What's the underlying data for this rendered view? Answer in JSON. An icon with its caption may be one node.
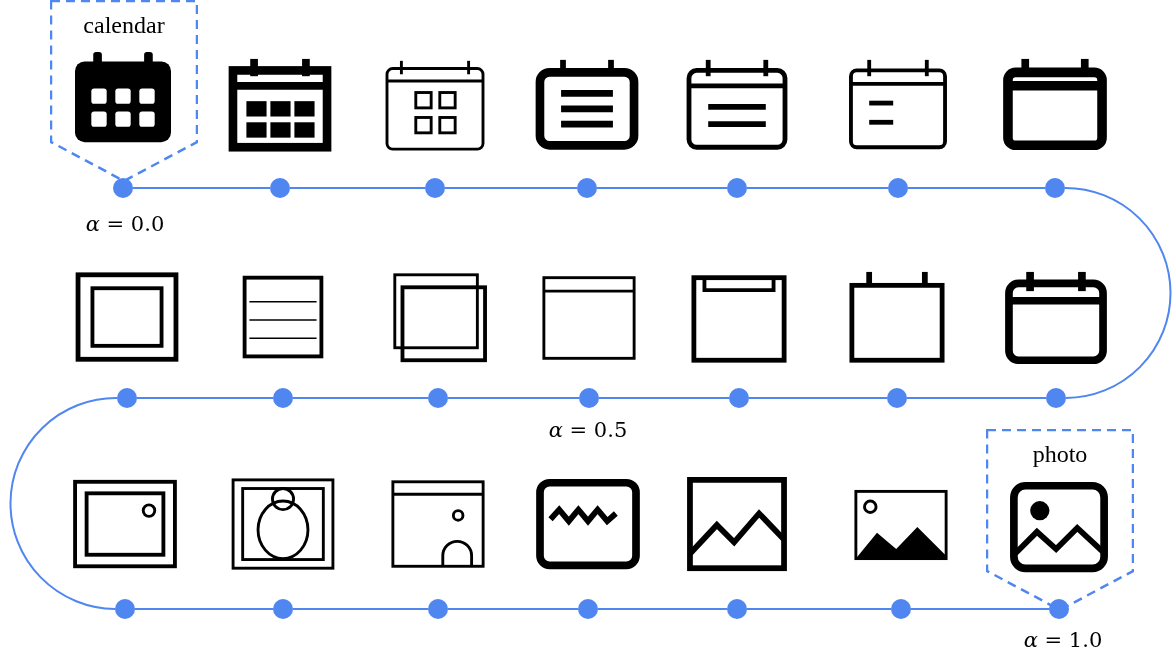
{
  "diagram": {
    "nodes": [
      {
        "text": [
          "calendar"
        ]
      },
      {
        "text": [
          "photo"
        ]
      },
      {
        "text": [],
        "shape": "circle"
      },
      {
        "text": [],
        "shape": "circle"
      },
      {
        "text": [],
        "shape": "circle"
      },
      {
        "text": [],
        "shape": "circle"
      },
      {
        "text": [],
        "shape": "circle"
      },
      {
        "text": [],
        "shape": "circle"
      },
      {
        "text": [],
        "shape": "circle"
      },
      {
        "text": [],
        "shape": "circle"
      },
      {
        "text": [],
        "shape": "circle"
      },
      {
        "text": [],
        "shape": "circle"
      },
      {
        "text": [],
        "shape": "circle"
      },
      {
        "text": [],
        "shape": "circle"
      },
      {
        "text": [],
        "shape": "circle"
      },
      {
        "text": [],
        "shape": "circle"
      },
      {
        "text": [],
        "shape": "circle"
      },
      {
        "text": [],
        "shape": "circle"
      },
      {
        "text": [],
        "shape": "circle"
      },
      {
        "text": [],
        "shape": "circle"
      },
      {
        "text": [],
        "shape": "circle"
      },
      {
        "text": [],
        "shape": "circle"
      },
      {
        "text": [],
        "shape": "circle"
      }
    ],
    "edges": [
      {
        "from": 2,
        "to": 3,
        "arrow": "none"
      },
      {
        "from": 3,
        "to": 4,
        "arrow": "none"
      },
      {
        "from": 4,
        "to": 5,
        "arrow": "none"
      },
      {
        "from": 5,
        "to": 6,
        "arrow": "none"
      },
      {
        "from": 6,
        "to": 7,
        "arrow": "none"
      },
      {
        "from": 7,
        "to": 8,
        "arrow": "none"
      },
      {
        "from": 8,
        "to": 15,
        "arrow": "none"
      },
      {
        "from": 15,
        "to": 14,
        "arrow": "none"
      },
      {
        "from": 14,
        "to": 13,
        "arrow": "none"
      },
      {
        "from": 13,
        "to": 12,
        "arrow": "none"
      },
      {
        "from": 12,
        "to": 11,
        "arrow": "none"
      },
      {
        "from": 11,
        "to": 10,
        "arrow": "none"
      },
      {
        "from": 10,
        "to": 9,
        "arrow": "none"
      },
      {
        "from": 9,
        "to": 16,
        "arrow": "none"
      },
      {
        "from": 16,
        "to": 17,
        "arrow": "none"
      },
      {
        "from": 17,
        "to": 18,
        "arrow": "none"
      },
      {
        "from": 18,
        "to": 19,
        "arrow": "none"
      },
      {
        "from": 19,
        "to": 20,
        "arrow": "none"
      },
      {
        "from": 20,
        "to": 21,
        "arrow": "none"
      },
      {
        "from": 21,
        "to": 22,
        "arrow": "none"
      }
    ],
    "labels": [
      "*α* = 0.0",
      "*α* = 0.5",
      "*α* = 1.0"
    ]
  }
}
